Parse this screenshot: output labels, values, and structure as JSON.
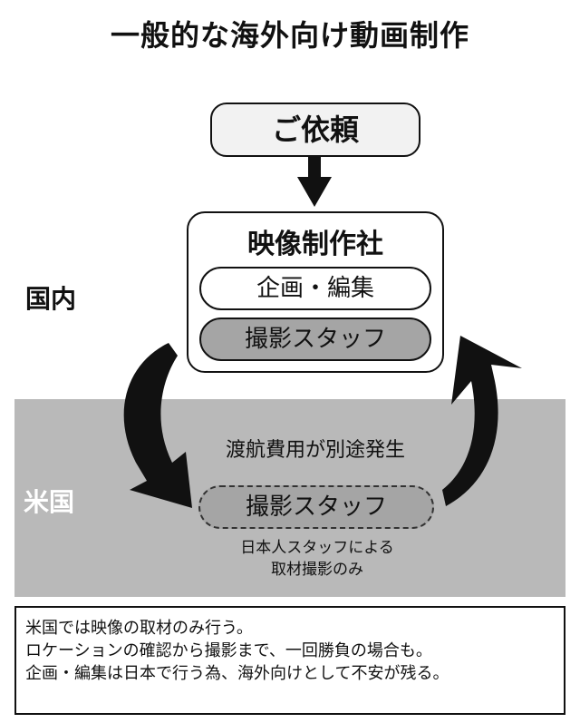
{
  "title": "一般的な海外向け動画制作",
  "nodes": {
    "request": "ご依頼",
    "company": "映像制作社",
    "planning_editing": "企画・編集",
    "filming_staff": "撮影スタッフ",
    "us_filming_staff": "撮影スタッフ"
  },
  "regions": {
    "domestic": "国内",
    "us": "米国"
  },
  "annotations": {
    "travel_cost": "渡航費用が別途発生",
    "japanese_staff_line1": "日本人スタッフによる",
    "japanese_staff_line2": "取材撮影のみ"
  },
  "footer": {
    "line1": "米国では映像の取材のみ行う。",
    "line2": "ロケーションの確認から撮影まで、一回勝負の場合も。",
    "line3": "企画・編集は日本で行う為、海外向けとして不安が残る。"
  },
  "colors": {
    "us_band": "#b9b9b9",
    "staff_pill": "#a5a5a5",
    "arrow": "#111111"
  }
}
